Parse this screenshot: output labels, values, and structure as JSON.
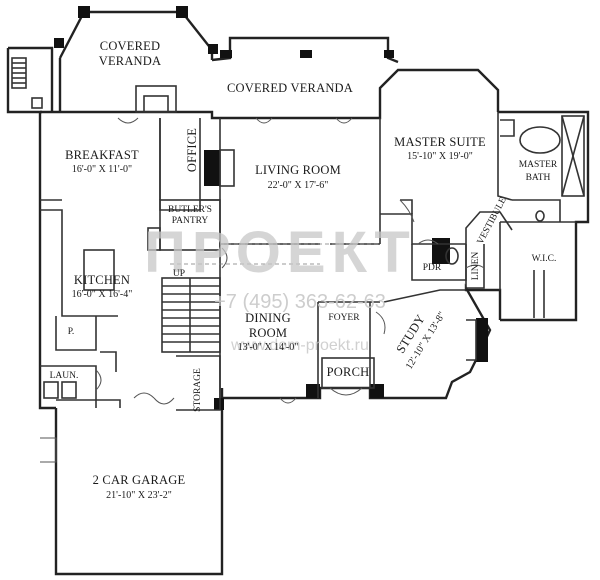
{
  "rooms": {
    "covered_veranda_left": {
      "line1": "COVERED",
      "line2": "VERANDA"
    },
    "covered_veranda_right": "COVERED VERANDA",
    "breakfast": {
      "name": "BREAKFAST",
      "dims": "16'-0\" X 11'-0\""
    },
    "office": "OFFICE",
    "living_room": {
      "name": "LIVING ROOM",
      "dims": "22'-0\" X 17'-6\""
    },
    "master_suite": {
      "name": "MASTER SUITE",
      "dims": "15'-10\" X 19'-0\""
    },
    "master_bath": {
      "line1": "MASTER",
      "line2": "BATH"
    },
    "vestibule": "VESTIBULE",
    "butlers_pantry": {
      "line1": "BUTLER'S",
      "line2": "PANTRY"
    },
    "kitchen": {
      "name": "KITCHEN",
      "dims": "16'-0\" X 16'-4\""
    },
    "up": "UP",
    "pdr": "PDR",
    "linen": "LINEN",
    "wic": "W.I.C.",
    "pantry": "P.",
    "foyer": "FOYER",
    "dining_room": {
      "line1": "DINING",
      "line2": "ROOM",
      "dims": "13'-0\" X 14'-0\""
    },
    "study": {
      "name": "STUDY",
      "dims": "12'-10\" X 13'-8\""
    },
    "porch": "PORCH",
    "laundry": "LAUN.",
    "storage": "STORAGE",
    "garage": {
      "name": "2 CAR GARAGE",
      "dims": "21'-10\" X 23'-2\""
    }
  },
  "watermark": {
    "logo": "ПРОЕКТ",
    "phone": "+7 (495) 363-62-63",
    "site": "www.dom-proekt.ru"
  }
}
